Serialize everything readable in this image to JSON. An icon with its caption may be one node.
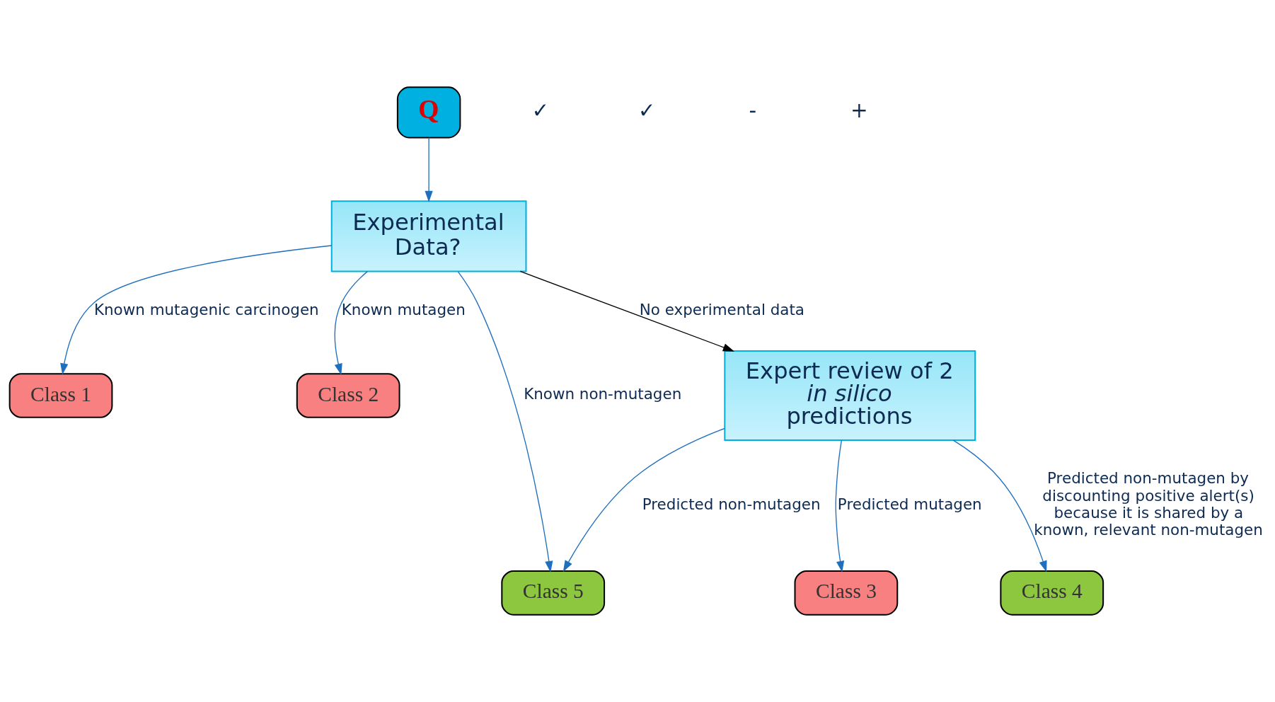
{
  "diagram": {
    "nodes": [
      {
        "text": [
          "Q"
        ]
      },
      {
        "text": [
          "Experimental Data?"
        ]
      },
      {
        "text": [
          "Class 1"
        ]
      },
      {
        "text": [
          "Class 2"
        ]
      },
      {
        "text": [
          "Class 5"
        ]
      },
      {
        "text": [
          "Expert review of 2 *in silico* predictions"
        ]
      },
      {
        "text": [
          "Class 3"
        ]
      },
      {
        "text": [
          "Class 4"
        ]
      }
    ],
    "edges": [
      {
        "from": 0,
        "to": 1,
        "arrow": "to"
      },
      {
        "from": 1,
        "to": 2,
        "arrow": "to",
        "label": "Known mutagenic carcinogen"
      },
      {
        "from": 1,
        "to": 3,
        "arrow": "to",
        "label": "Known mutagen"
      },
      {
        "from": 1,
        "to": 4,
        "arrow": "to",
        "label": "Known non-mutagen"
      },
      {
        "from": 1,
        "to": 5,
        "arrow": "to",
        "label": "No experimental data",
        "color": "#000000"
      },
      {
        "from": 5,
        "to": 6,
        "arrow": "to",
        "label": "Predicted mutagen"
      },
      {
        "from": 5,
        "to": 4,
        "arrow": "to",
        "label": "Predicted non-mutagen"
      },
      {
        "from": 5,
        "to": 7,
        "arrow": "to",
        "label": "Predicted non-mutagen by discounting positive alert(s) because it is shared by a known, relevant non-mutagen"
      }
    ],
    "labels": [
      "✓",
      "✓",
      "-",
      "+"
    ]
  }
}
